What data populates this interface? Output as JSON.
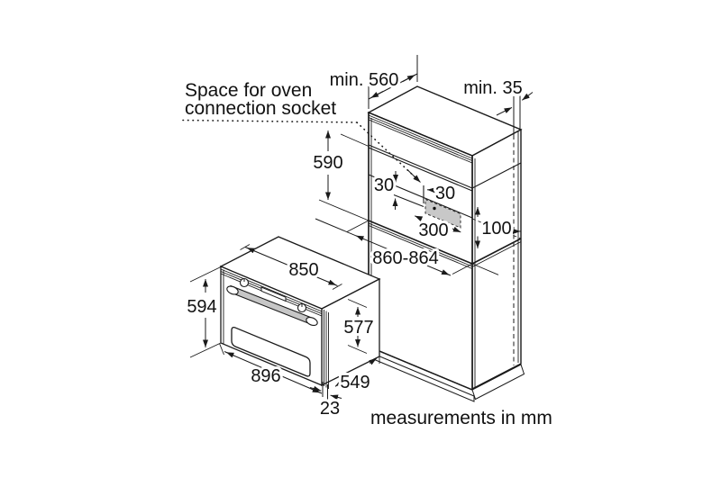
{
  "note": {
    "line1": "Space for oven",
    "line2": "connection socket"
  },
  "footer": {
    "units": "measurements in mm"
  },
  "cabinet": {
    "dims": {
      "depth": "min. 560",
      "rear_gap": "min. 35",
      "socket_height": "590",
      "socket_offset_top": "30",
      "socket_offset_side": "30",
      "socket_width": "300",
      "socket_offset_bottom": "100",
      "niche_width": "860-864"
    }
  },
  "oven": {
    "dims": {
      "top_width": "850",
      "front_height": "594",
      "body_height": "577",
      "front_width": "896",
      "depth": "549",
      "door_thickness": "23"
    }
  },
  "colors": {
    "line": "#1a1a1a",
    "socket_fill": "#c8c8c8",
    "handle_fill": "#c6c6c6",
    "background": "#ffffff"
  }
}
